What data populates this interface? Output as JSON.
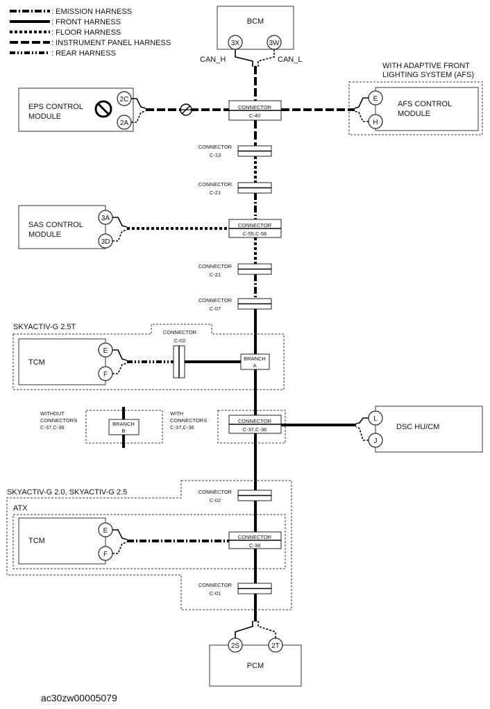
{
  "legend": {
    "emission": ": EMISSION HARNESS",
    "front": ": FRONT HARNESS",
    "floor": ": FLOOR HARNESS",
    "instrument_panel": ": INSTRUMENT PANEL HARNESS",
    "rear": ": REAR HARNESS"
  },
  "bcm": {
    "label": "BCM",
    "pin_left": "3X",
    "pin_right": "3W",
    "can_h": "CAN_H",
    "can_l": "CAN_L"
  },
  "eps": {
    "label_1": "EPS CONTROL",
    "label_2": "MODULE",
    "pin_top": "2C",
    "pin_bottom": "2A"
  },
  "afs": {
    "group_1": "WITH ADAPTIVE FRONT",
    "group_2": "LIGHTING SYSTEM (AFS)",
    "label_1": "AFS CONTROL",
    "label_2": "MODULE",
    "pin_top": "E",
    "pin_bottom": "H"
  },
  "sas": {
    "label_1": "SAS CONTROL",
    "label_2": "MODULE",
    "pin_top": "3A",
    "pin_bottom": "3D"
  },
  "connectors": {
    "c40": {
      "word": "CONNECTOR",
      "code": "C-40"
    },
    "c13": {
      "word": "CONNECTOR",
      "code": "C-13"
    },
    "c21a": {
      "word": "CONNECTOR",
      "code": "C-21"
    },
    "c55": {
      "word": "CONNECTOR",
      "code": "C-55,C-56"
    },
    "c21b": {
      "word": "CONNECTOR",
      "code": "C-21"
    },
    "c07": {
      "word": "CONNECTOR",
      "code": "C-07"
    },
    "c02a": {
      "word": "CONNECTOR",
      "code": "C-02"
    },
    "c37": {
      "word": "CONNECTOR",
      "code": "C-37,C-36"
    },
    "c02b": {
      "word": "CONNECTOR",
      "code": "C-02"
    },
    "c38": {
      "word": "CONNECTOR",
      "code": "C-38"
    },
    "c01": {
      "word": "CONNECTOR",
      "code": "C-01"
    }
  },
  "skyactiv_25t": {
    "label": "SKYACTIV-G 2.5T",
    "tcm": "TCM",
    "pin_top": "E",
    "pin_bottom": "F",
    "branch_1": "BRANCH",
    "branch_2": "A"
  },
  "branch_b": {
    "without_1": "WITHOUT",
    "without_2": "CONNECTORS",
    "without_3": "C-37,C-36",
    "with_1": "WITH",
    "with_2": "CONNECTORS",
    "with_3": "C-37,C-36",
    "branch_1": "BRANCH",
    "branch_2": "B"
  },
  "dsc": {
    "label": "DSC HU/CM",
    "pin_top": "L",
    "pin_bottom": "J"
  },
  "skyactiv_20": {
    "label": "SKYACTIV-G 2.0, SKYACTIV-G 2.5",
    "atx": "ATX",
    "tcm": "TCM",
    "pin_top": "E",
    "pin_bottom": "F"
  },
  "pcm": {
    "label": "PCM",
    "pin_left": "2S",
    "pin_right": "2T"
  },
  "caption": "ac30zw00005079"
}
